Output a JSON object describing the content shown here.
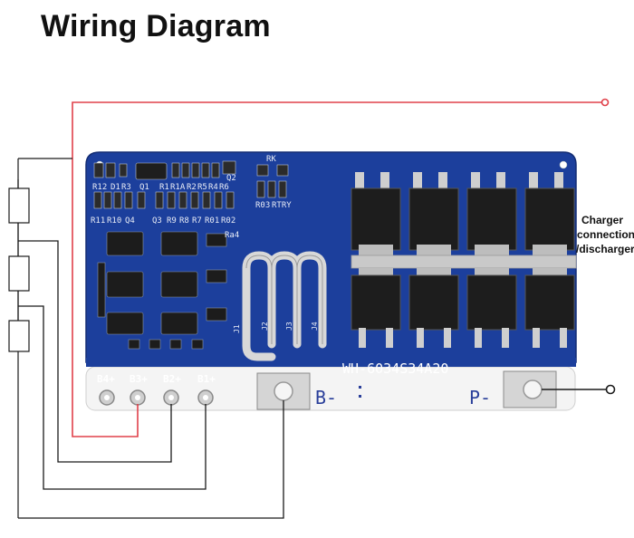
{
  "title": "Wiring Diagram",
  "board": {
    "model": "WH-6034S34A20",
    "pads": {
      "b_minus": "B-",
      "p_minus": "P-"
    },
    "cell_taps": [
      "B4+",
      "B3+",
      "B2+",
      "B1+"
    ],
    "connectors": [
      "J1",
      "J2",
      "J3",
      "J4"
    ],
    "silkscreen": [
      "R12",
      "D1",
      "R3",
      "Q1",
      "R1",
      "R1A",
      "R2",
      "R5",
      "R4",
      "R6",
      "Q2",
      "RK",
      "R03",
      "RTRY",
      "R11",
      "R10",
      "Q4",
      "Q3",
      "R9",
      "R8",
      "R7",
      "R01",
      "R02",
      "Ra4"
    ]
  },
  "charger_label": {
    "line1": "Charger",
    "line2": "connection",
    "line3": "/discharger"
  },
  "colors": {
    "board": "#1c3f9c",
    "red_wire": "#e0404a",
    "wire": "#1a1a1a",
    "metal": "#d8d8d8",
    "mosfet": "#1d1d1d"
  }
}
